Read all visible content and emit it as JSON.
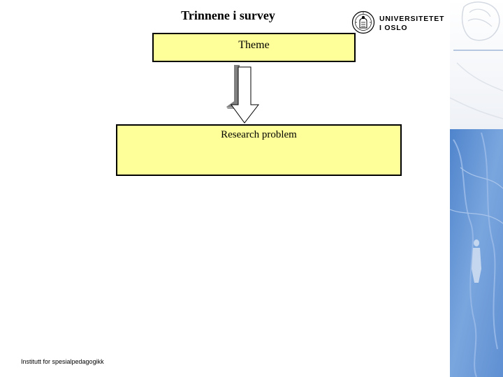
{
  "slide": {
    "title": "Trinnene i survey"
  },
  "logo": {
    "line1": "UNIVERSITETET",
    "line2": "I OSLO"
  },
  "diagram": {
    "theme_label": "Theme",
    "problem_label": "Research problem"
  },
  "footer": {
    "text": "Institutt for spesialpedagogikk"
  },
  "colors": {
    "box_fill": "#ffff99",
    "box_border": "#000000",
    "side_blue": "#6a96d0"
  },
  "icons": {
    "seal": "university-seal-icon",
    "arrow": "down-arrow-icon"
  }
}
